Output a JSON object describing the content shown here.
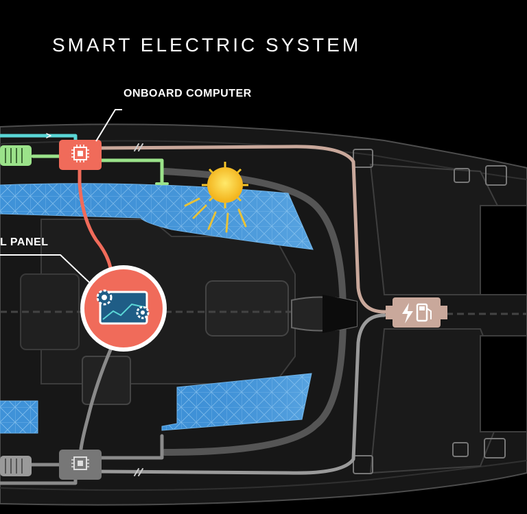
{
  "title": "SMART ELECTRIC SYSTEM",
  "labels": {
    "onboard_computer": "ONBOARD COMPUTER",
    "panel": "L PANEL"
  },
  "colors": {
    "background": "#000000",
    "hull": "#161616",
    "hull_outline": "#5a5a5a",
    "computer_accent": "#f06b5a",
    "battery_green": "#9be28a",
    "wire_cyan": "#5ad6d6",
    "wire_beige": "#c9a89b",
    "sun": "#f7c628",
    "solar_blue": "#3a8ed6",
    "gray_module": "#777777"
  },
  "icons": [
    "sun-icon",
    "chip-icon",
    "gear-icon",
    "lightning-icon",
    "fuel-pump-icon",
    "battery-icon",
    "monitor-icon"
  ]
}
